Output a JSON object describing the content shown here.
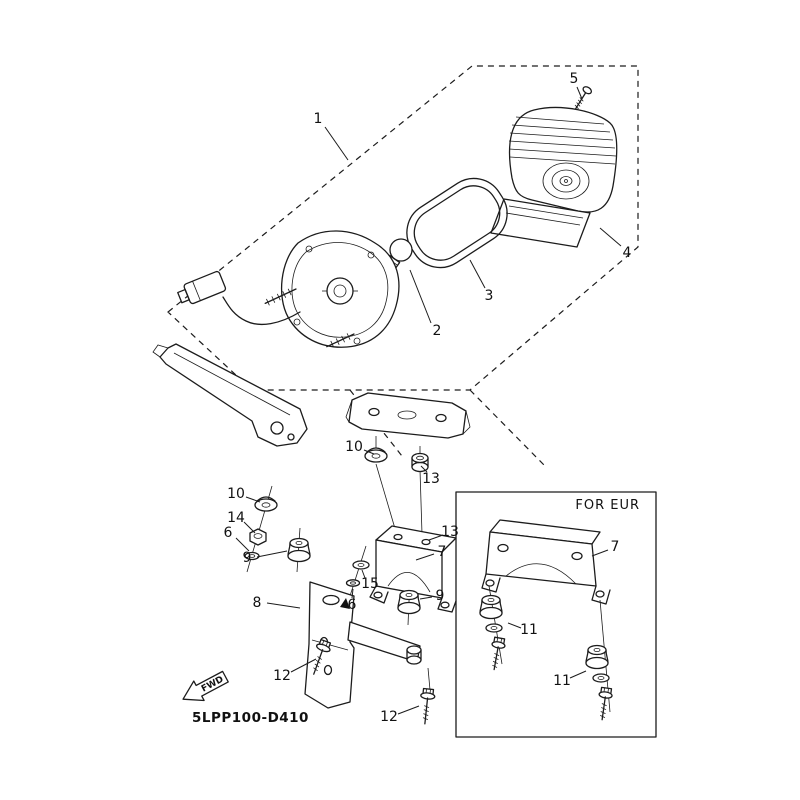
{
  "diagram": {
    "code": "5LPP100-D410",
    "for_eur": "FOR EUR",
    "fwd": "FWD",
    "parts": {
      "p1": "1",
      "p2": "2",
      "p3": "3",
      "p4": "4",
      "p5": "5",
      "p6": "6",
      "p7": "7",
      "p8": "8",
      "p9": "9",
      "p10": "10",
      "p11": "11",
      "p12": "12",
      "p13": "13",
      "p14": "14",
      "p15": "15"
    }
  }
}
